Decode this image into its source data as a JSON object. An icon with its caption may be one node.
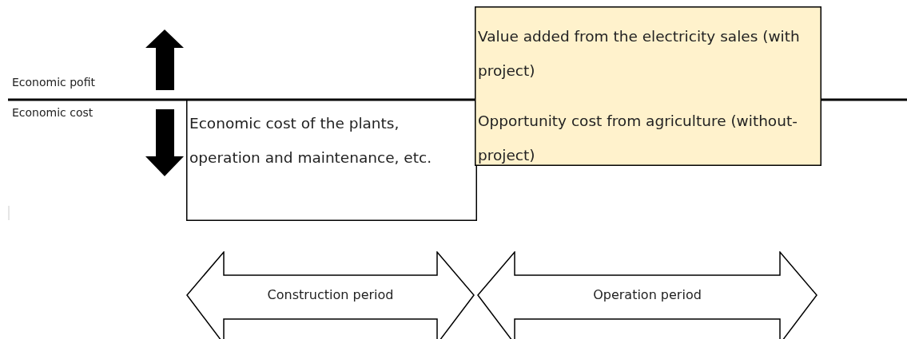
{
  "diagram": {
    "nodes": [
      {
        "text": [
          "Economic cost of the plants, operation and maintenance, etc."
        ]
      },
      {
        "text": [
          "Value added from the electricity sales (with project)",
          "Opportunity cost from agriculture (without-project)"
        ]
      },
      {
        "text": [
          "Construction period"
        ]
      },
      {
        "text": [
          "Operation period"
        ]
      }
    ],
    "labels": [
      "Economic pofit",
      "Economic cost"
    ]
  }
}
